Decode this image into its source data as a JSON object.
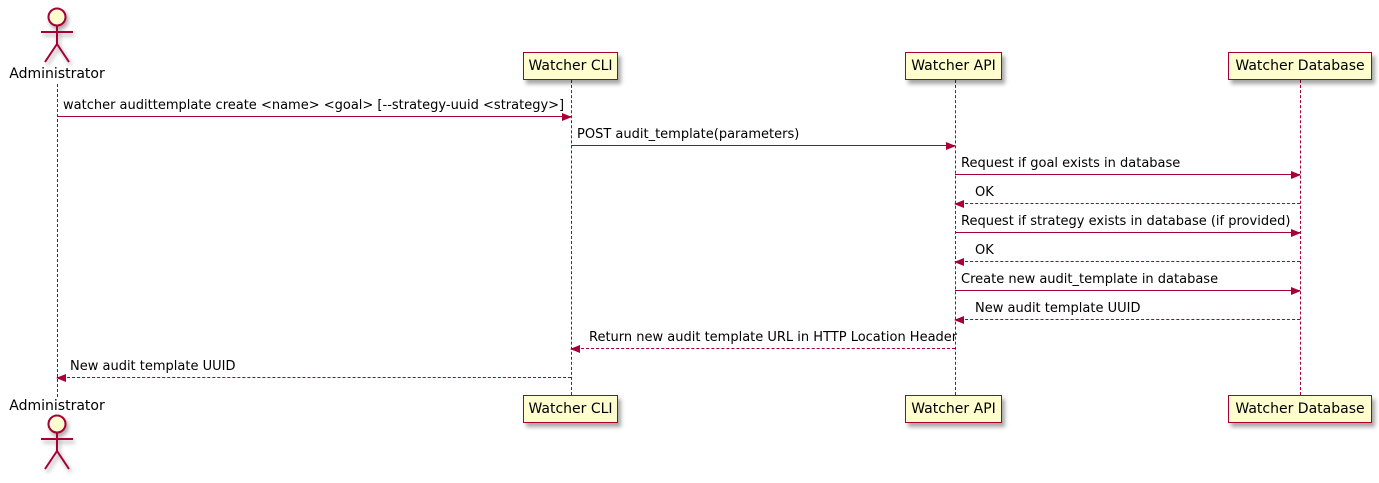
{
  "diagram": {
    "type": "sequence-diagram",
    "colors": {
      "line": "#A80036",
      "participant_fill": "#FEFECE",
      "text": "#000000",
      "bg": "#FFFFFF"
    },
    "actor": {
      "name": "Administrator"
    },
    "participants": [
      {
        "label": "Watcher CLI"
      },
      {
        "label": "Watcher API"
      },
      {
        "label": "Watcher Database"
      }
    ],
    "messages": [
      {
        "from": "Administrator",
        "to": "Watcher CLI",
        "style": "solid",
        "text": "watcher audittemplate create <name> <goal> [--strategy-uuid <strategy>]"
      },
      {
        "from": "Watcher CLI",
        "to": "Watcher API",
        "style": "solid",
        "text": "POST audit_template(parameters)"
      },
      {
        "from": "Watcher API",
        "to": "Watcher Database",
        "style": "solid",
        "text": "Request if goal exists in database"
      },
      {
        "from": "Watcher Database",
        "to": "Watcher API",
        "style": "dashed",
        "text": "OK"
      },
      {
        "from": "Watcher API",
        "to": "Watcher Database",
        "style": "solid",
        "text": "Request if strategy exists in database (if provided)"
      },
      {
        "from": "Watcher Database",
        "to": "Watcher API",
        "style": "dashed",
        "text": "OK"
      },
      {
        "from": "Watcher API",
        "to": "Watcher Database",
        "style": "solid",
        "text": "Create new audit_template in database"
      },
      {
        "from": "Watcher Database",
        "to": "Watcher API",
        "style": "dashed",
        "text": "New audit template UUID"
      },
      {
        "from": "Watcher API",
        "to": "Watcher CLI",
        "style": "dashed",
        "text": "Return new audit template URL in HTTP Location Header"
      },
      {
        "from": "Watcher CLI",
        "to": "Administrator",
        "style": "dashed",
        "text": "New audit template UUID"
      }
    ]
  }
}
